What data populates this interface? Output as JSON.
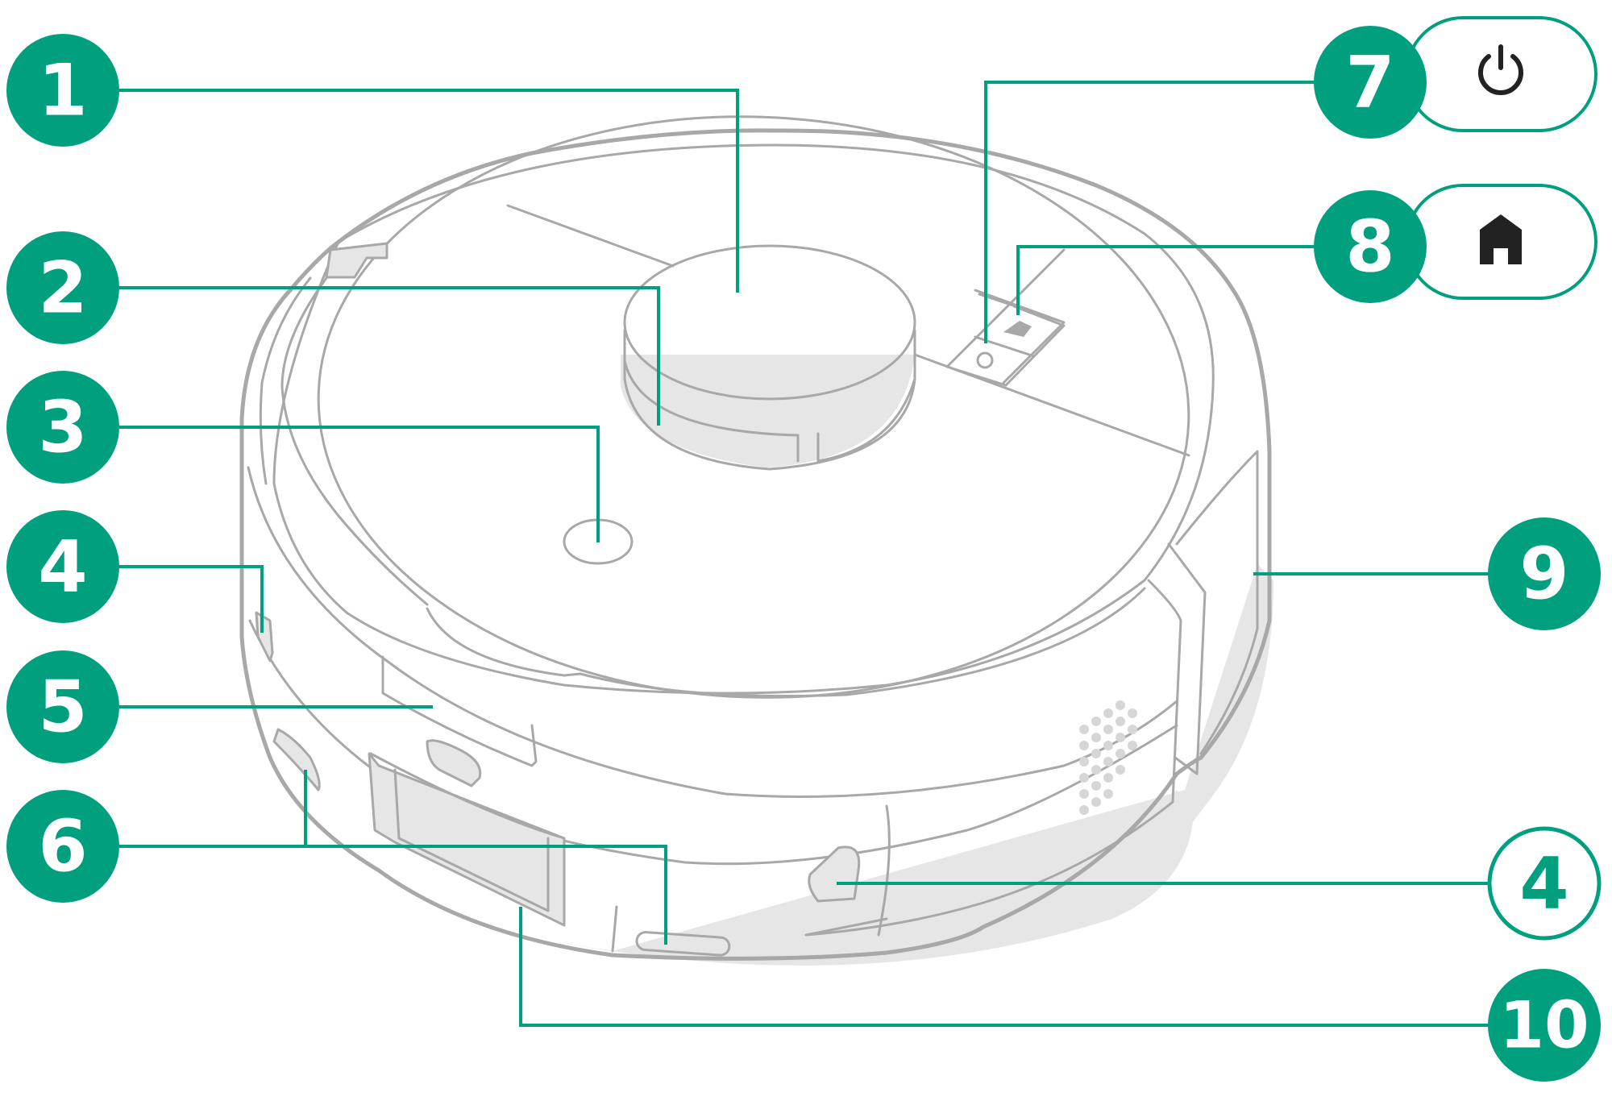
{
  "colors": {
    "accent": "#00A07F",
    "outline": "#A8A8A8",
    "shade": "#E6E6E6",
    "icon": "#222222"
  },
  "callouts": [
    {
      "id": "c1",
      "label": "1",
      "style": "filled"
    },
    {
      "id": "c2",
      "label": "2",
      "style": "filled"
    },
    {
      "id": "c3",
      "label": "3",
      "style": "filled"
    },
    {
      "id": "c4a",
      "label": "4",
      "style": "filled"
    },
    {
      "id": "c5",
      "label": "5",
      "style": "filled"
    },
    {
      "id": "c6",
      "label": "6",
      "style": "filled"
    },
    {
      "id": "c7",
      "label": "7",
      "style": "filled"
    },
    {
      "id": "c8",
      "label": "8",
      "style": "filled"
    },
    {
      "id": "c9",
      "label": "9",
      "style": "filled"
    },
    {
      "id": "c4b",
      "label": "4",
      "style": "outline"
    },
    {
      "id": "c10",
      "label": "10",
      "style": "filled"
    }
  ],
  "button_icons": [
    {
      "id": "power",
      "icon": "power-icon"
    },
    {
      "id": "home",
      "icon": "home-icon"
    }
  ]
}
